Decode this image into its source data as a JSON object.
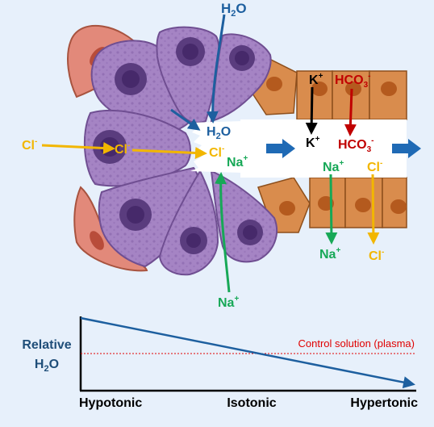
{
  "colors": {
    "background": "#e7f0fb",
    "acinar_cell": "#a584c4",
    "acinar_outline": "#6f4e91",
    "nucleus": "#5a3c7e",
    "myoepithelial": "#e2897a",
    "duct_cell": "#d98c4d",
    "duct_nucleus": "#b45a1e",
    "water": "#1d5f9f",
    "chloride": "#f2b600",
    "sodium": "#17a857",
    "potassium": "#000000",
    "bicarbonate": "#c00000",
    "flow_arrow": "#1f6ab5",
    "control_line": "#e00000"
  },
  "labels": {
    "h2o_top": {
      "base": "H",
      "sub": "2",
      "tail": "O"
    },
    "h2o_lumen": {
      "base": "H",
      "sub": "2",
      "tail": "O"
    },
    "cl_outside": {
      "base": "Cl",
      "sup": "-"
    },
    "cl_cell": {
      "base": "Cl",
      "sup": "-"
    },
    "cl_lumen": {
      "base": "Cl",
      "sup": "-"
    },
    "na_lumen": {
      "base": "Na",
      "sup": "+"
    },
    "na_bottom": {
      "base": "Na",
      "sup": "+"
    },
    "k_top": {
      "base": "K",
      "sup": "+"
    },
    "k_lumen": {
      "base": "K",
      "sup": "+"
    },
    "hco3_top": {
      "base": "HCO",
      "sub": "3",
      "sup": "-"
    },
    "hco3_lumen": {
      "base": "HCO",
      "sub": "3",
      "sup": "-"
    },
    "na_duct_top": {
      "base": "Na",
      "sup": "+"
    },
    "na_duct_bottom": {
      "base": "Na",
      "sup": "+"
    },
    "cl_duct_top": {
      "base": "Cl",
      "sup": "-"
    },
    "cl_duct_bottom": {
      "base": "Cl",
      "sup": "-"
    }
  },
  "graph": {
    "ylabel_line1": "Relative",
    "ylabel_line2": {
      "base": "H",
      "sub": "2",
      "tail": "O"
    },
    "control_label": "Control solution (plasma)",
    "x_ticks": [
      "Hypotonic",
      "Isotonic",
      "Hypertonic"
    ]
  }
}
